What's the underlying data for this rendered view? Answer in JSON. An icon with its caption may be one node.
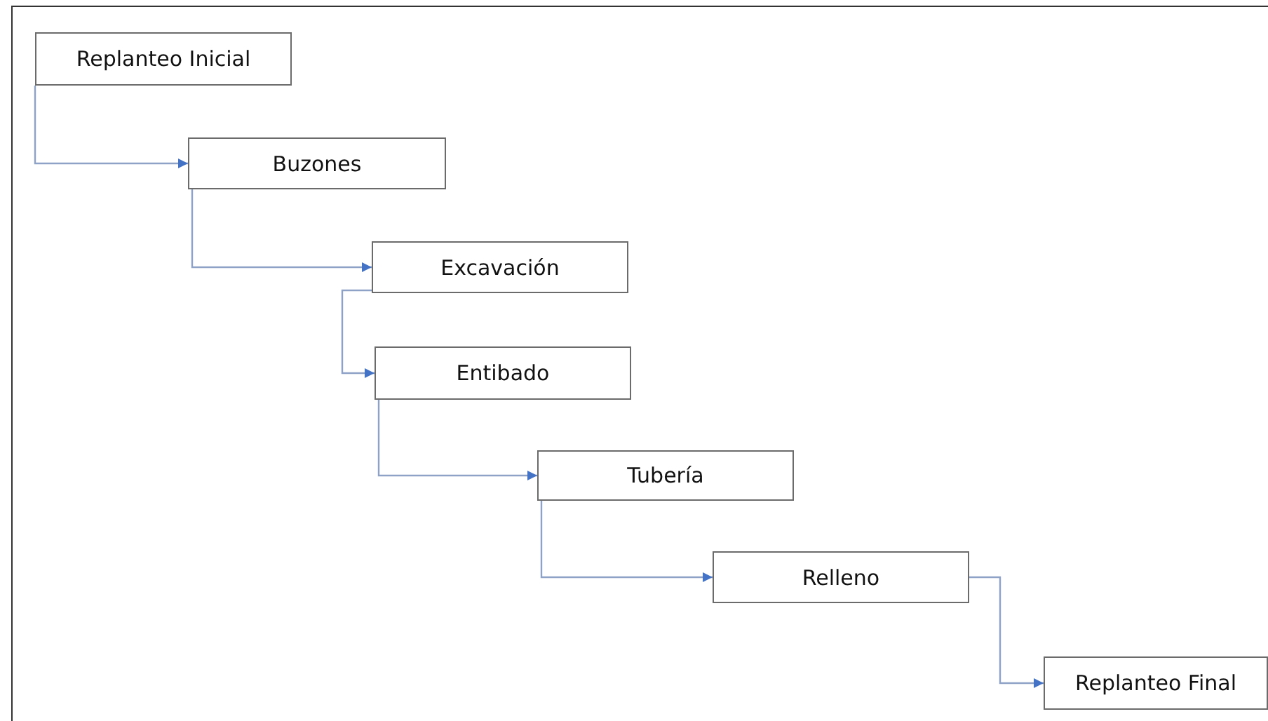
{
  "diagram": {
    "nodes": [
      {
        "text": [
          "Replanteo Inicial"
        ]
      },
      {
        "text": [
          "Buzones"
        ]
      },
      {
        "text": [
          "Excavación"
        ]
      },
      {
        "text": [
          "Entibado"
        ]
      },
      {
        "text": [
          "Tubería"
        ]
      },
      {
        "text": [
          "Relleno"
        ]
      },
      {
        "text": [
          "Replanteo Final"
        ]
      }
    ],
    "edges": [
      {
        "from": 0,
        "to": 1,
        "arrow": "to"
      },
      {
        "from": 1,
        "to": 2,
        "arrow": "to"
      },
      {
        "from": 2,
        "to": 3,
        "arrow": "to"
      },
      {
        "from": 3,
        "to": 4,
        "arrow": "to"
      },
      {
        "from": 4,
        "to": 5,
        "arrow": "to"
      },
      {
        "from": 5,
        "to": 6,
        "arrow": "to"
      }
    ]
  }
}
